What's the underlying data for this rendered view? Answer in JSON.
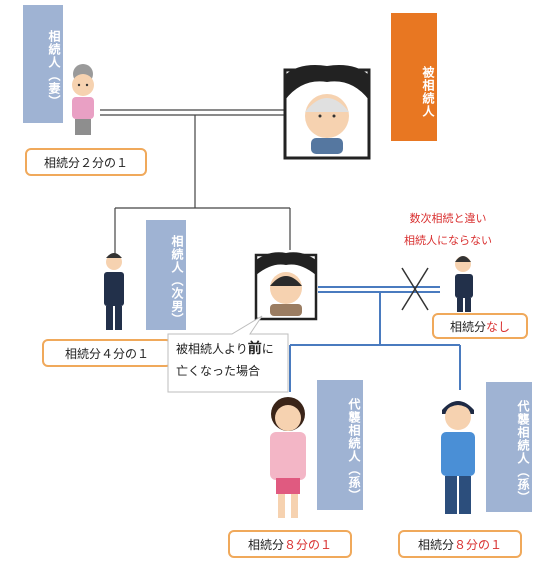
{
  "labels": {
    "deceased": "被相続人",
    "spouse": "相続人（妻）",
    "second_son": "相続人（次男）",
    "heir_daughter": "代襲相続人（孫）",
    "heir_son": "代襲相続人（孫）"
  },
  "shares": {
    "spouse": "相続分２分の１",
    "second_son": "相続分４分の１",
    "nephew_prefix": "相続分",
    "nephew_value": "なし",
    "daughter_prefix": "相続分",
    "daughter_value": "８分の１",
    "son_prefix": "相続分",
    "son_value": "８分の１"
  },
  "notes": {
    "not_heir_line1": "数次相続と違い",
    "not_heir_line2": "相続人にならない",
    "callout_part1": "被相続人より",
    "callout_bold": "前",
    "callout_part2": "に",
    "callout_line2": "亡くなった場合"
  },
  "colors": {
    "label_blue": "#9fb3d3",
    "label_orange": "#e87722",
    "share_border": "#f0a95b",
    "accent_red": "#d93030",
    "connector_blue": "#4a7bbf"
  }
}
